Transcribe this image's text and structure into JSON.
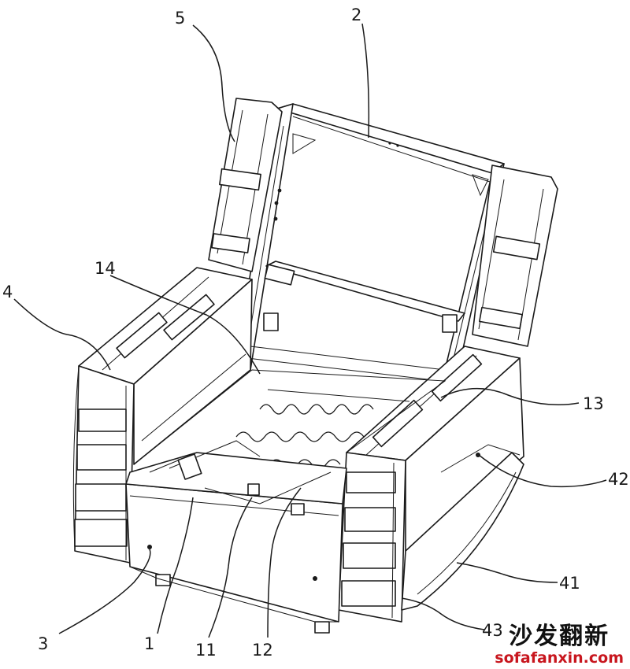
{
  "labels": {
    "l5": "5",
    "l2": "2",
    "l14": "14",
    "l4": "4",
    "l13": "13",
    "l42": "42",
    "l41": "41",
    "l3": "3",
    "l1": "1",
    "l11": "11",
    "l12": "12",
    "l43": "43"
  },
  "watermark": {
    "chinese": "沙发翻新",
    "url": "sofafanxin.com"
  },
  "colors": {
    "line": "#1a1a1a",
    "watermark_url": "#c8161e"
  }
}
